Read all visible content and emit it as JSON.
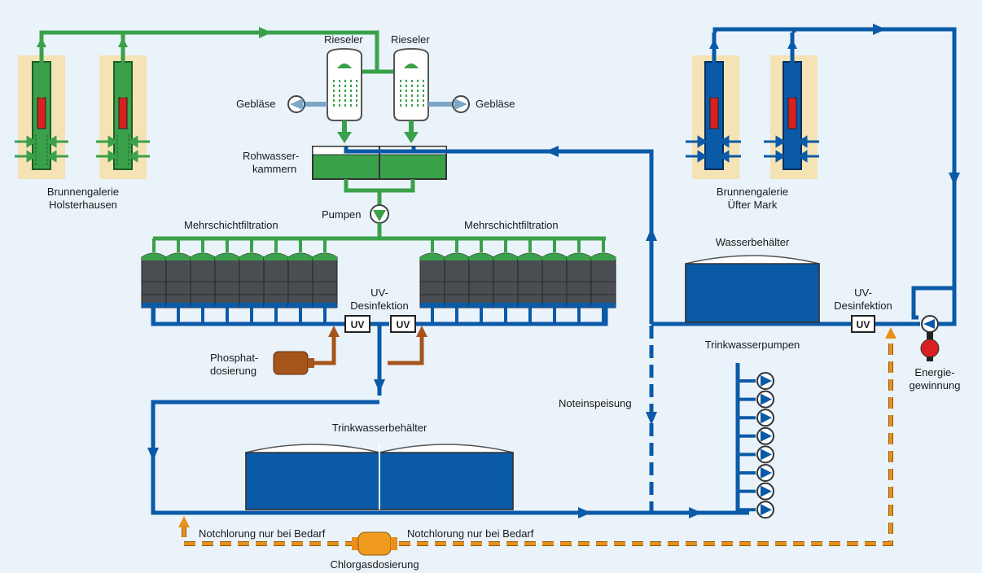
{
  "labels": {
    "rieseler_left": "Rieseler",
    "rieseler_right": "Rieseler",
    "geblaese_left": "Gebläse",
    "geblaese_right": "Gebläse",
    "rohwasser_1": "Rohwasser-",
    "rohwasser_2": "kammern",
    "pumpen": "Pumpen",
    "mehrschicht_left": "Mehrschichtfiltration",
    "mehrschicht_right": "Mehrschichtfiltration",
    "uv_desinf_1": "UV-",
    "uv_desinf_2": "Desinfektion",
    "uv_desinf_r1": "UV-",
    "uv_desinf_r2": "Desinfektion",
    "uv_box": "UV",
    "phosphat_1": "Phosphat-",
    "phosphat_2": "dosierung",
    "brunnen_left_1": "Brunnengalerie",
    "brunnen_left_2": "Holsterhausen",
    "brunnen_right_1": "Brunnengalerie",
    "brunnen_right_2": "Üfter Mark",
    "wasserbehaelter": "Wasserbehälter",
    "trinkwasserpumpen": "Trinkwasserpumpen",
    "energie_1": "Energie-",
    "energie_2": "gewinnung",
    "noteinspeisung": "Noteinspeisung",
    "trinkwasserbehaelter": "Trinkwasserbehälter",
    "notchlorung_left": "Notchlorung nur bei Bedarf",
    "notchlorung_right": "Notchlorung nur bei Bedarf",
    "chlorgas": "Chlorgasdosierung"
  },
  "colors": {
    "background": "#eaf3fa",
    "green": "#3aa14a",
    "green_dark": "#2a7d36",
    "blue": "#0a5aa8",
    "blue_light": "#1f6fc0",
    "orange": "#e8901a",
    "brown": "#a5541c",
    "sand": "#f5e3b5",
    "filter_dark": "#4a4d52",
    "red": "#d92020"
  }
}
